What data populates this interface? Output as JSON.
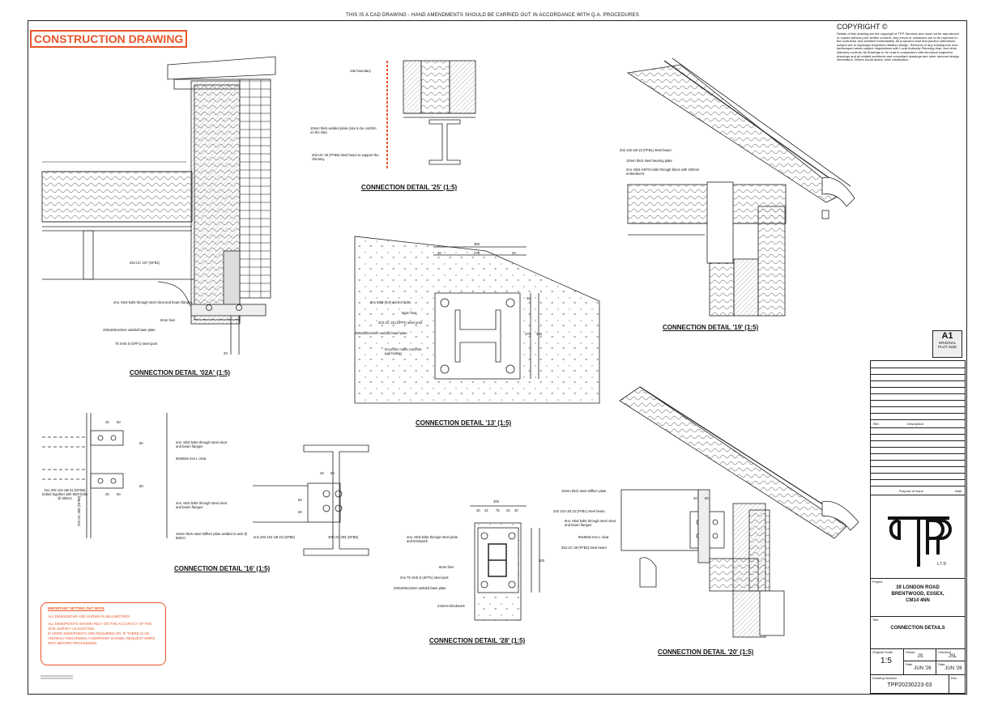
{
  "header_note": "THIS IS A CAD DRAWING - HAND AMENDMENTS SHOULD BE CARRIED OUT IN ACCORDANCE WITH Q.A. PROCEDURES",
  "tag": "CONSTRUCTION DRAWING",
  "copyright": {
    "title": "COPYRIGHT ©",
    "body": "Details of this drawing are the copyright of TPP Services and must not be reproduced or copied without prior written consent. Any errors or omissions are to be reported to the contractor and architect immediately. All proposed road and junction alterations subject are to highways engineers detailed design. Removal of any existing tree and landscaped areas subject negotiations with Local Authority Planning dept. and other statutory controls. All drawings to be read in conjunction with structural engineers drawings and all related architects and consultant drawings and other relevant design information. Where doubt arises, seek clarification"
  },
  "captions": {
    "d02a": "CONNECTION DETAIL '02A' (1:5)",
    "d25": "CONNECTION DETAIL '25' (1:5)",
    "d13": "CONNECTION DETAIL '13' (1:5)",
    "d19": "CONNECTION DETAIL '19' (1:5)",
    "d16": "CONNECTION DETAIL '16' (1:5)",
    "d28": "CONNECTION DETAIL '28' (1:5)",
    "d20": "CONNECTION DETAIL '20' (1:5)"
  },
  "labels_02a": [
    "254 UC 107 (GFB1)",
    "4no. M16 bolts through steel cleat and beam flanges",
    "6mm fixer",
    "200x200x10mm welded base plate",
    "75 SHS 5 (GFP1) steel post",
    "20"
  ],
  "labels_25": [
    "Site boundary",
    "10mm thick welded plate (size to be confirm on the site)",
    "203 UC 46 (FFB5) steel beam to support the chimney"
  ],
  "labels_13": [
    "4no M20 (8.8) anchor bolts",
    "6mm fixer",
    "203 UC 46 (GFP4) steel post",
    "350x350x10mm welded base plate",
    "Eccentric mass concrete pad footing",
    "350",
    "270",
    "40",
    "40",
    "40",
    "270",
    "350"
  ],
  "labels_19": [
    "203 102 UB 23 (FFB1) steel beam",
    "10mm thick steel bearing plate",
    "2no. M16 HSFG bolts through block with 100mm embedment"
  ],
  "labels_16": [
    "4no. M16 bolts through steel cleat and beam flanges",
    "90x90x5 mm L cleat",
    "4no. M16 bolts through steel cleat and beam flanges",
    "2no 203 102 UB 23 (GFB6) bolted together with M20 bolts @ 600c/c",
    "10mm thick steel stiffner plate welded in web @ 600c/c",
    "2no 203 102 UB 23 (GFB6)",
    "305 UC 283 (GFB5)",
    "203 UC 283 (GFB5)",
    "40",
    "50",
    "40",
    "50",
    "40",
    "50",
    "50",
    "50",
    "50",
    "50"
  ],
  "labels_28": [
    "200",
    "40",
    "22",
    "75",
    "22",
    "40",
    "4no. M16 bolts through steel plate and brickwork",
    "6mm fixer",
    "2no 75 SHS 5 (SFP1) steel post",
    "200x200x10mm welded base plate",
    "215mm blockwork",
    "300"
  ],
  "labels_20": [
    "10mm thick steel stiffner plate",
    "203 102 UB 23 (FFB1) steel beam",
    "8no. M16 bolts through steel cleat and beam flanges",
    "90x90x5 mm L cleat",
    "254 UC 89 (FFB2) steel beam",
    "40",
    "50"
  ],
  "notes": {
    "heading": "IMPORTANT SETTING OUT NOTE",
    "lines": [
      "ALL DIMENSIONS ARE SHOWN IN MILLIMETRES.",
      "ALL DIMS/POINTS SHOWN RELY ON THE ACCURACY OF THE SITE SURVEY AS EXISTING.",
      "IF MORE DIMS/POINTS ARE REQUIRED OR, IF THERE IS AN ANOMALY REGARDING A DIM/POINT SHOWN, REQUEST MORE INFO BEFORE PROCEEDING."
    ]
  },
  "plot": {
    "size": "A1",
    "line1": "ORIGINAL",
    "line2": "PLOT SIZE"
  },
  "titleblock": {
    "rev": "Rev",
    "description": "Description",
    "purpose": "Purpose of issue",
    "date": "Date",
    "logo_text": "LTD",
    "project_label": "Project",
    "project": [
      "39 LONDON ROAD",
      "BRENTWOOD, ESSEX,",
      "CM14 4NN"
    ],
    "title_label": "Title",
    "title": "CONNECTION DETAILS",
    "scale_label": "Original Scale",
    "scale": "1:5",
    "drawn_label": "Drawn",
    "drawn": "JS",
    "checked_label": "Checked",
    "checked": "JSL",
    "date_label1": "Date",
    "date1": "JUN '26",
    "date_label2": "Date",
    "date2": "JUN '26",
    "number_label": "Drawing Number",
    "number": "TPP20230223-03",
    "rev_label": "Rev."
  },
  "colors": {
    "accent": "#e8562a",
    "line": "#222222"
  }
}
